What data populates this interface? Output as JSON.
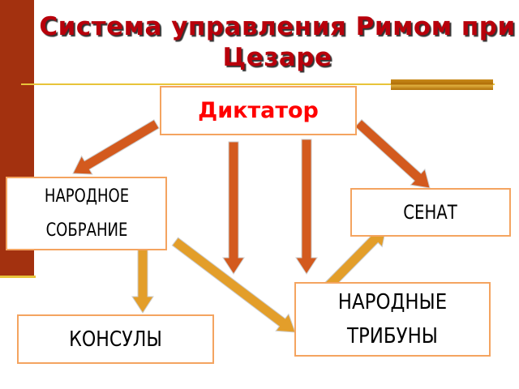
{
  "title": "Система управления Римом при Цезаре",
  "nodes": {
    "dictator": "Диктатор",
    "assembly": "НАРОДНОЕ СОБРАНИЕ",
    "senate": "СЕНАТ",
    "tribunes": "НАРОДНЫЕ ТРИБУНЫ",
    "consuls": "КОНСУЛЫ"
  },
  "colors": {
    "title": "#b8000b",
    "dictator_text": "#ff0000",
    "arrow_primary": "#d35a1e",
    "arrow_secondary": "#e39e2a",
    "box_border": "#f4a460"
  },
  "edges": [
    {
      "from": "dictator",
      "to": "assembly",
      "color": "primary"
    },
    {
      "from": "dictator",
      "to": "tribunes",
      "color": "primary"
    },
    {
      "from": "dictator",
      "to": "tribunes",
      "color": "primary"
    },
    {
      "from": "dictator",
      "to": "senate",
      "color": "primary"
    },
    {
      "from": "assembly",
      "to": "consuls",
      "color": "secondary"
    },
    {
      "from": "assembly",
      "to": "tribunes",
      "color": "secondary"
    },
    {
      "from": "tribunes",
      "to": "senate",
      "color": "secondary"
    }
  ]
}
